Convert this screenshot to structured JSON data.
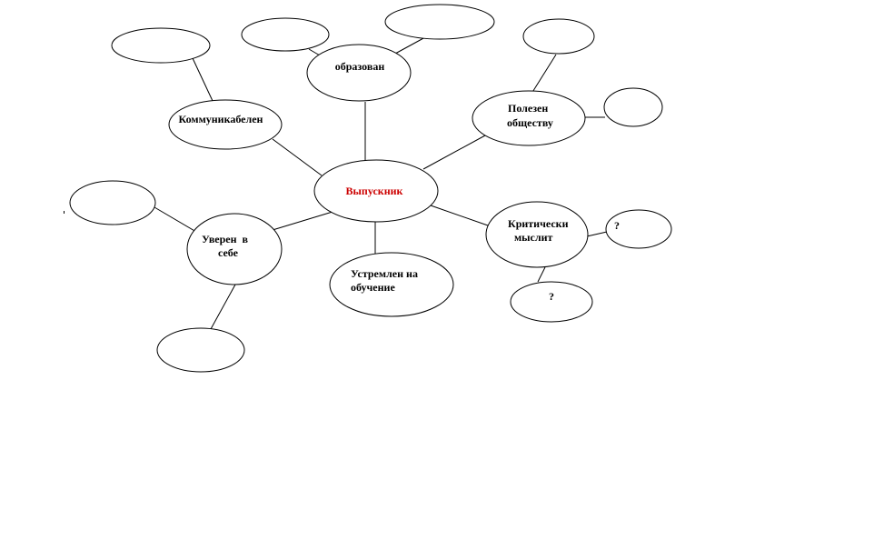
{
  "diagram": {
    "center": {
      "label": "Выпускник",
      "color": "#cc0000"
    },
    "nodes": {
      "obrazovan": "образован",
      "kommunikabelen": "Коммуникабелен",
      "polezen": [
        "Полезен",
        "обществу"
      ],
      "kriticheski": [
        "Критически",
        "мыслит"
      ],
      "uveren": [
        "Уверен  в",
        "себе"
      ],
      "ustremlen": [
        "Устремлен на",
        "обучение"
      ],
      "question_1": "?",
      "question_2": "?"
    },
    "line_color": "#000000",
    "node_fill": "#ffffff"
  }
}
